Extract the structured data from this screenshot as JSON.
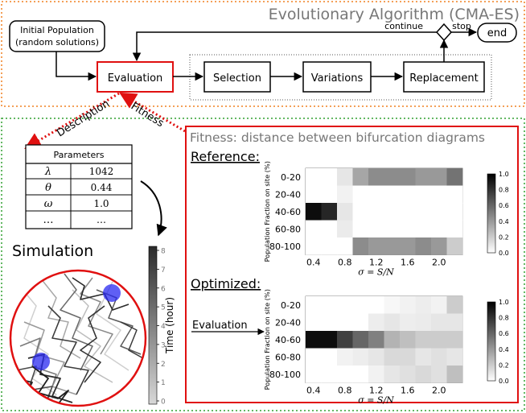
{
  "top": {
    "title": "Evolutionary Algorithm (CMA-ES)",
    "initial_line1": "Initial Population",
    "initial_line2": "(random solutions)",
    "evaluation": "Evaluation",
    "selection": "Selection",
    "variations": "Variations",
    "replacement": "Replacement",
    "continue": "continue",
    "stop": "stop",
    "end": "end"
  },
  "links": {
    "description": "Description",
    "fitness": "Fitness"
  },
  "params": {
    "header": "Parameters",
    "rows": [
      [
        "λ",
        "1042"
      ],
      [
        "θ",
        "0.44"
      ],
      [
        "ω",
        "1.0"
      ],
      [
        "…",
        "…"
      ]
    ]
  },
  "simulation": {
    "title": "Simulation",
    "colorbar_label": "Time (hour)",
    "ticks": [
      "8",
      "7",
      "6",
      "5",
      "4",
      "3",
      "2",
      "1",
      "0"
    ]
  },
  "fitness": {
    "title": "Fitness: distance between bifurcation diagrams",
    "reference": "Reference:",
    "optimized": "Optimized:",
    "evaluation": "Evaluation",
    "ylabel": "Population Fraction on site (%)",
    "xlabel": "σ = S/N"
  },
  "chart_data": [
    {
      "type": "heatmap",
      "title": "Reference:",
      "xlabel": "σ = S/N",
      "ylabel": "Population Fraction on site (%)",
      "rows": [
        "0-20",
        "20-40",
        "40-60",
        "60-80",
        "80-100"
      ],
      "x_ticks": [
        "0.4",
        "0.8",
        "1.2",
        "1.6",
        "2.0"
      ],
      "colorbar_ticks": [
        "1.0",
        "0.8",
        "0.6",
        "0.4",
        "0.2",
        "0.0"
      ],
      "values": [
        [
          0.0,
          0.0,
          0.1,
          0.35,
          0.45,
          0.45,
          0.45,
          0.4,
          0.4,
          0.55
        ],
        [
          0.0,
          0.0,
          0.05,
          0.0,
          0.0,
          0.0,
          0.0,
          0.0,
          0.0,
          0.0
        ],
        [
          0.95,
          0.85,
          0.1,
          0.0,
          0.0,
          0.0,
          0.0,
          0.0,
          0.0,
          0.0
        ],
        [
          0.0,
          0.0,
          0.08,
          0.0,
          0.0,
          0.0,
          0.0,
          0.0,
          0.0,
          0.0
        ],
        [
          0.0,
          0.0,
          0.0,
          0.45,
          0.4,
          0.4,
          0.4,
          0.45,
          0.4,
          0.2
        ]
      ]
    },
    {
      "type": "heatmap",
      "title": "Optimized:",
      "xlabel": "σ = S/N",
      "ylabel": "Population Fraction on site (%)",
      "rows": [
        "0-20",
        "20-40",
        "40-60",
        "60-80",
        "80-100"
      ],
      "x_ticks": [
        "0.4",
        "0.8",
        "1.2",
        "1.6",
        "2.0"
      ],
      "colorbar_ticks": [
        "1.0",
        "0.8",
        "0.6",
        "0.4",
        "0.2",
        "0.0"
      ],
      "values": [
        [
          0.0,
          0.0,
          0.0,
          0.0,
          0.0,
          0.03,
          0.05,
          0.07,
          0.05,
          0.2
        ],
        [
          0.0,
          0.0,
          0.0,
          0.0,
          0.07,
          0.1,
          0.07,
          0.08,
          0.1,
          0.1
        ],
        [
          0.95,
          0.95,
          0.75,
          0.6,
          0.5,
          0.3,
          0.25,
          0.2,
          0.2,
          0.2
        ],
        [
          0.0,
          0.0,
          0.05,
          0.07,
          0.1,
          0.15,
          0.15,
          0.1,
          0.12,
          0.1
        ],
        [
          0.0,
          0.0,
          0.0,
          0.0,
          0.05,
          0.1,
          0.12,
          0.15,
          0.12,
          0.25
        ]
      ]
    }
  ]
}
